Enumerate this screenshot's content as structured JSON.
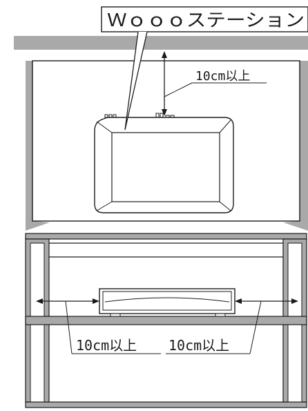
{
  "top_view": {
    "device_label": "Ｗｏｏｏステーション",
    "clearance_label": "10cm以上"
  },
  "front_view": {
    "left_clearance_label": "10cm以上",
    "right_clearance_label": "10cm以上"
  }
}
